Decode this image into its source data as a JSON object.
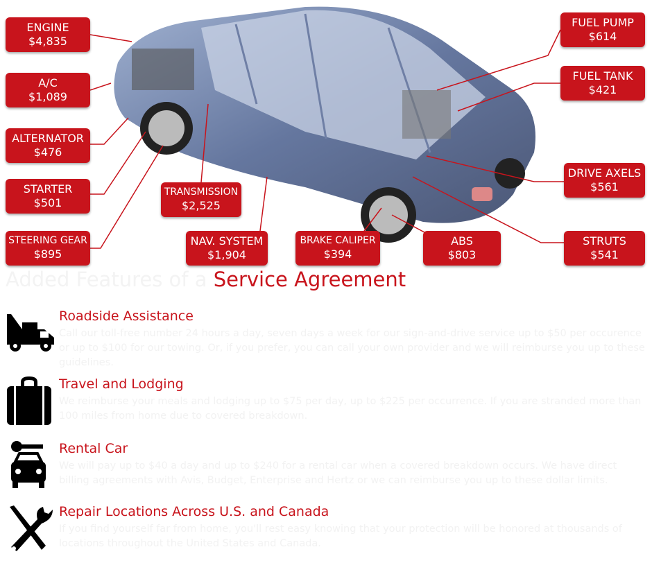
{
  "parts": [
    {
      "name": "ENGINE",
      "price": "$4,835"
    },
    {
      "name": "A/C",
      "price": "$1,089"
    },
    {
      "name": "ALTERNATOR",
      "price": "$476"
    },
    {
      "name": "STARTER",
      "price": "$501"
    },
    {
      "name": "STEERING GEAR",
      "price": "$895"
    },
    {
      "name": "TRANSMISSION",
      "price": "$2,525"
    },
    {
      "name": "NAV. SYSTEM",
      "price": "$1,904"
    },
    {
      "name": "BRAKE CALIPER",
      "price": "$394"
    },
    {
      "name": "ABS",
      "price": "$803"
    },
    {
      "name": "STRUTS",
      "price": "$541"
    },
    {
      "name": "DRIVE AXELS",
      "price": "$561"
    },
    {
      "name": "FUEL TANK",
      "price": "$421"
    },
    {
      "name": "FUEL PUMP",
      "price": "$614"
    }
  ],
  "title": {
    "part1": "Added Features of a ",
    "part2": "Service Agreement"
  },
  "features": [
    {
      "heading": "Roadside Assistance",
      "body": "Call our toll-free number 24 hours a day, seven days a week for our sign-and-drive service up to $50 per occurence or up to $100 for our towing. Or, if you prefer, you can call your own provider and we will reimburse you up to these guidelines."
    },
    {
      "heading": "Travel and Lodging",
      "body": "We reimburse your meals and lodging up to $75 per day, up to $225 per occurrence. If you are stranded more than 100 miles from home due to covered breakdown."
    },
    {
      "heading": "Rental Car",
      "body": "We will pay up to $40 a day and up to $240 for a rental car when a covered breakdown occurs. We have direct billing agreements with Avis, Budget, Enterprise and Hertz or we can reimburse you up to these dollar limits."
    },
    {
      "heading": "Repair Locations Across U.S. and Canada",
      "body": "If you find yourself far from home, you'll rest easy knowing that your protection will be honored at thousands of locations throughout the United States and Canada."
    }
  ],
  "colors": {
    "accent": "#c8141c",
    "car": "#4a5f8e"
  }
}
